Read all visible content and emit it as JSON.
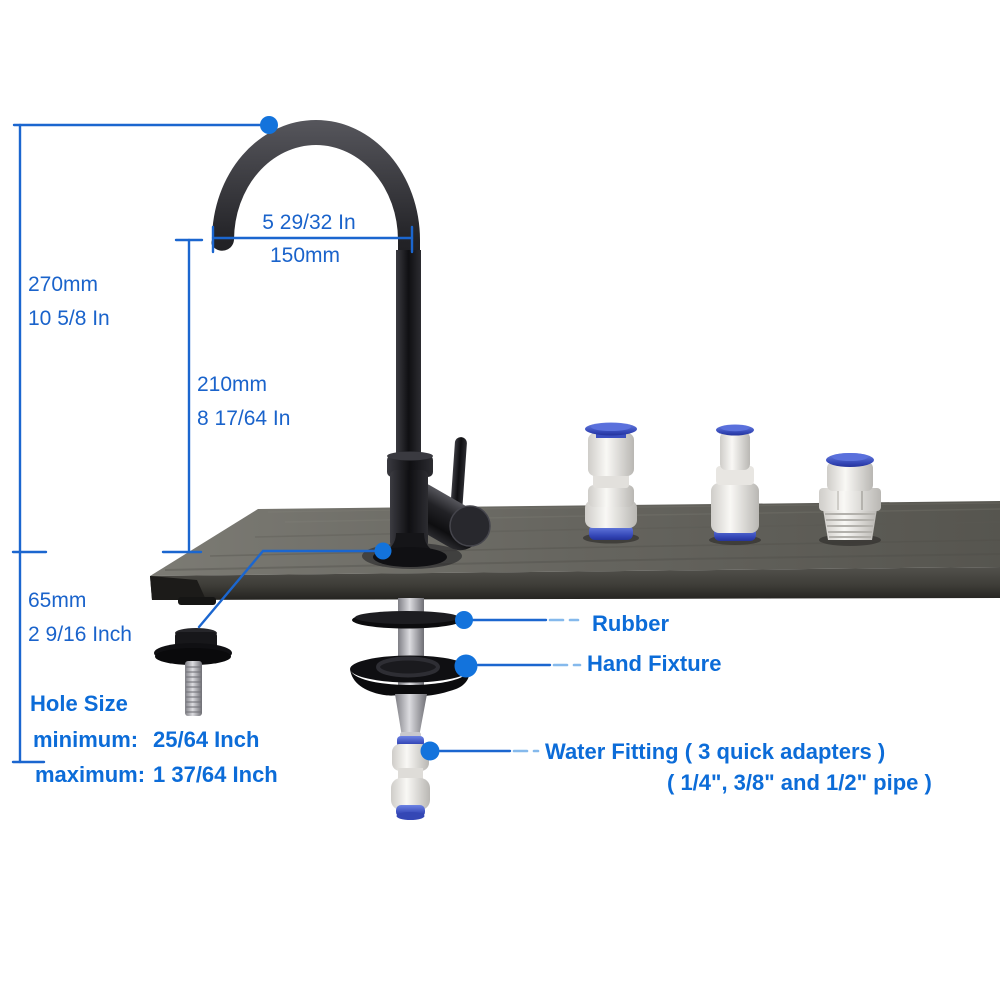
{
  "diagram_type": "faucet-installation-dimension-diagram",
  "dimensions": {
    "overall_height": {
      "mm": "270mm",
      "inch": "10 5/8 In"
    },
    "spout_height": {
      "mm": "210mm",
      "inch": "8 17/64 In"
    },
    "spout_reach": {
      "inch": "5 29/32 In",
      "mm": "150mm"
    },
    "deck_range": {
      "mm": "65mm",
      "inch": "2 9/16 Inch"
    }
  },
  "hole_size": {
    "title": "Hole Size",
    "minimum_label": "minimum:",
    "minimum_value": "25/64 Inch",
    "maximum_label": "maximum:",
    "maximum_value": "1 37/64 Inch"
  },
  "callouts": {
    "rubber": "Rubber",
    "hand_fixture": "Hand Fixture",
    "water_fitting_line1": "Water Fitting  ( 3 quick adapters  )",
    "water_fitting_line2": "( 1/4\", 3/8\" and 1/2\" pipe )"
  },
  "parts": {
    "faucet": "black gooseneck drinking water faucet",
    "countertop": "gray countertop slab",
    "quick_adapters": [
      "1/4 inch quick adapter",
      "3/8 inch quick adapter",
      "1/2 inch threaded quick adapter"
    ],
    "under_sink": [
      "rubber washer",
      "hand fixture wing nut",
      "water fitting",
      "deck plate bolt"
    ]
  },
  "colors": {
    "annotation_line_blue": "#1b66cf",
    "dimension_text_blue": "#1a63cb",
    "label_text_blue": "#0c6cd8",
    "callout_dot_blue": "#1373dc",
    "collet_blue": "#3c50c4",
    "countertop_gray": "#6b6a64",
    "faucet_black": "#17171a",
    "fitting_white": "#f5f4f1"
  }
}
